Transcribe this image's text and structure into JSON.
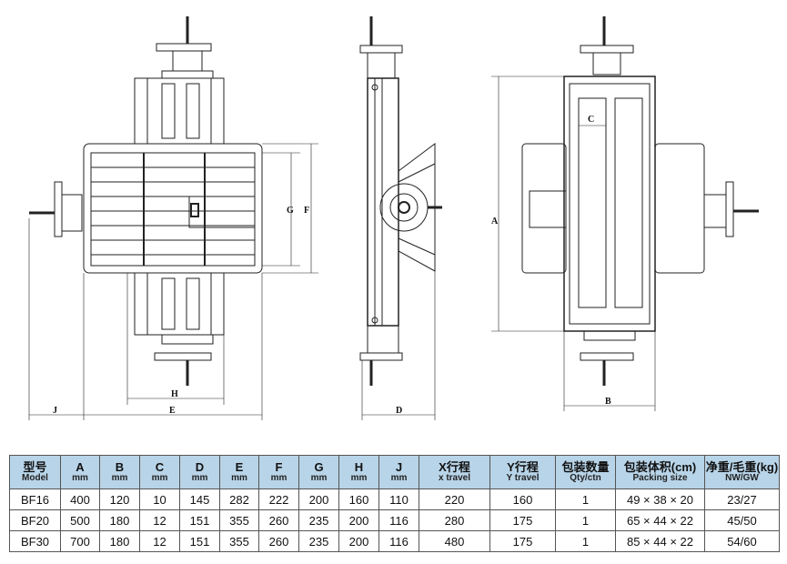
{
  "dimension_labels": {
    "A": "A",
    "B": "B",
    "C": "C",
    "D": "D",
    "E": "E",
    "F": "F",
    "G": "G",
    "H": "H",
    "J": "J"
  },
  "table": {
    "headers": [
      {
        "zh": "型号",
        "en": "Model"
      },
      {
        "zh": "A",
        "en": "mm"
      },
      {
        "zh": "B",
        "en": "mm"
      },
      {
        "zh": "C",
        "en": "mm"
      },
      {
        "zh": "D",
        "en": "mm"
      },
      {
        "zh": "E",
        "en": "mm"
      },
      {
        "zh": "F",
        "en": "mm"
      },
      {
        "zh": "G",
        "en": "mm"
      },
      {
        "zh": "H",
        "en": "mm"
      },
      {
        "zh": "J",
        "en": "mm"
      },
      {
        "zh": "X行程",
        "en": "x travel"
      },
      {
        "zh": "Y行程",
        "en": "Y travel"
      },
      {
        "zh": "包装数量",
        "en": "Qty/ctn"
      },
      {
        "zh": "包装体积(cm)",
        "en": "Packing size"
      },
      {
        "zh": "净重/毛重(kg)",
        "en": "NW/GW"
      }
    ],
    "rows": [
      [
        "BF16",
        "400",
        "120",
        "10",
        "145",
        "282",
        "222",
        "200",
        "160",
        "110",
        "220",
        "160",
        "1",
        "49 × 38 × 20",
        "23/27"
      ],
      [
        "BF20",
        "500",
        "180",
        "12",
        "151",
        "355",
        "260",
        "235",
        "200",
        "116",
        "280",
        "175",
        "1",
        "65 × 44 × 22",
        "45/50"
      ],
      [
        "BF30",
        "700",
        "180",
        "12",
        "151",
        "355",
        "260",
        "235",
        "200",
        "116",
        "480",
        "175",
        "1",
        "85 × 44 × 22",
        "54/60"
      ]
    ]
  }
}
